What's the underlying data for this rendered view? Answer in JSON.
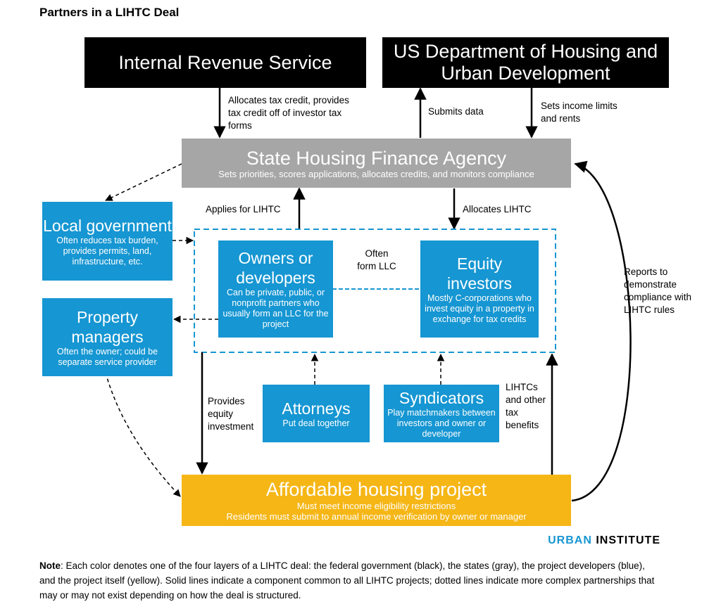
{
  "title": "Partners in a LIHTC Deal",
  "boxes": {
    "irs": {
      "title": "Internal Revenue Service"
    },
    "hud": {
      "title": "US Department of Housing and Urban Development"
    },
    "state": {
      "title": "State Housing Finance Agency",
      "desc": "Sets priorities, scores applications, allocates credits, and monitors compliance"
    },
    "local": {
      "title": "Local government",
      "desc": "Often reduces tax burden, provides permits, land, infrastructure, etc."
    },
    "property": {
      "title": "Property managers",
      "desc": "Often the owner; could be separate service provider"
    },
    "owners": {
      "title": "Owners or developers",
      "desc": "Can be private, public, or nonprofit partners who usually form an LLC for the project"
    },
    "equity": {
      "title": "Equity investors",
      "desc": "Mostly C-corporations who invest equity in a property in exchange for tax credits"
    },
    "attorneys": {
      "title": "Attorneys",
      "desc": "Put deal together"
    },
    "syndicators": {
      "title": "Syndicators",
      "desc": "Play matchmakers between investors and owner or developer"
    },
    "project": {
      "title": "Affordable housing project",
      "desc1": "Must meet income eligibility restrictions",
      "desc2": "Residents must submit to annual income verification by owner or manager"
    }
  },
  "labels": {
    "allocates_tax_credit": "Allocates tax credit, provides tax credit off of investor tax forms",
    "submits_data": "Submits data",
    "sets_income": "Sets income limits and rents",
    "applies": "Applies for LIHTC",
    "allocates_lihtc": "Allocates LIHTC",
    "often_form_llc": "Often form LLC",
    "reports": "Reports to demonstrate compliance with LIHTC rules",
    "provides_equity": "Provides equity investment",
    "lihtcs": "LIHTCs and other tax benefits"
  },
  "brand": {
    "first": "URBAN",
    "second": "INSTITUTE"
  },
  "note": {
    "label": "Note",
    "text": ": Each color denotes one of the four layers of a LIHTC deal: the federal government (black), the states (gray), the project developers (blue), and the project itself (yellow). Solid lines indicate a component common to all LIHTC projects; dotted lines indicate more complex partnerships that may or may not exist depending on how the deal is structured."
  },
  "colors": {
    "black": "#000000",
    "gray": "#a6a6a6",
    "blue": "#1696d2",
    "yellow": "#f5b616"
  }
}
